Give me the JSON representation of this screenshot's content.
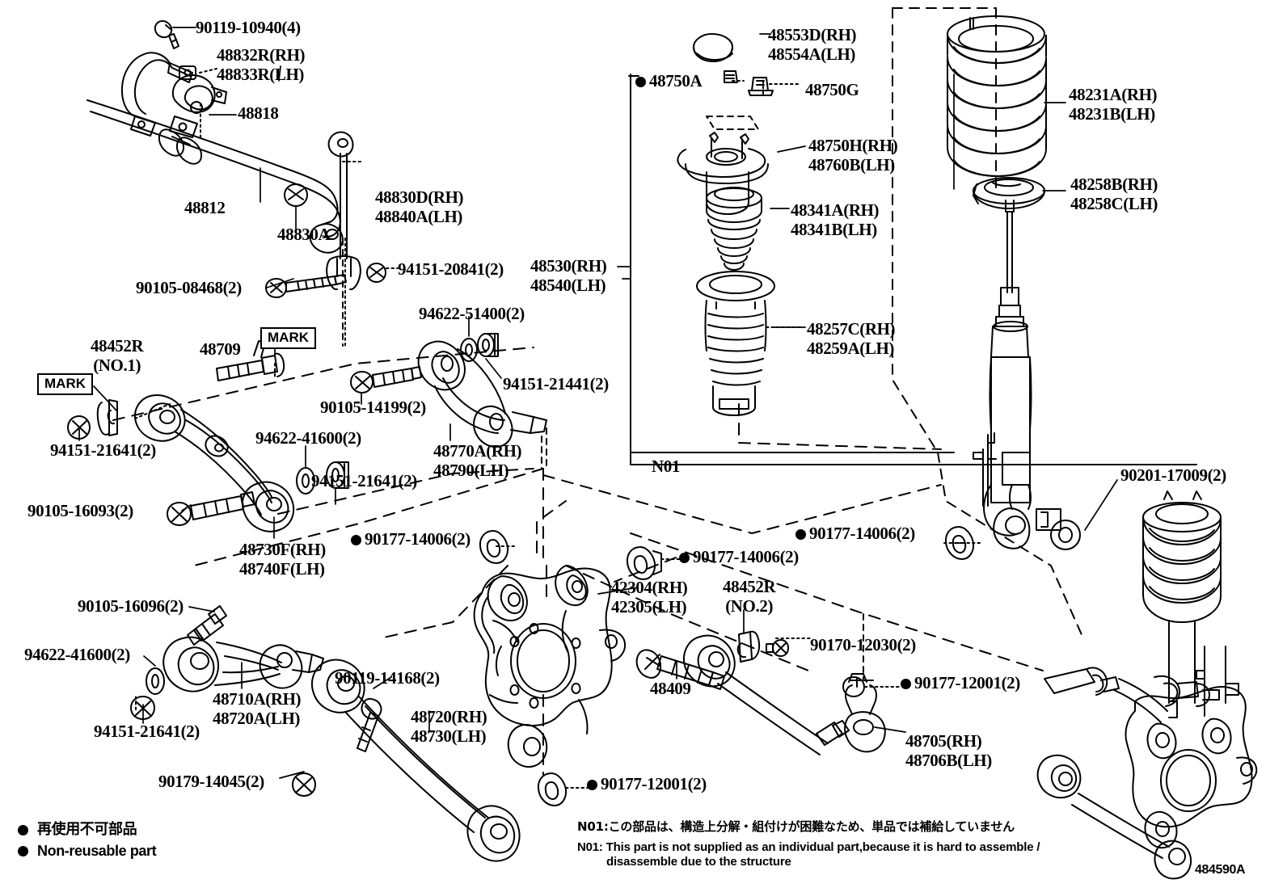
{
  "diagram": {
    "drawing_number": "484590A",
    "title": "Rear suspension parts diagram",
    "n01_marker": "N01"
  },
  "legend": {
    "jp": "再使用不可部品",
    "en": "Non-reusable part"
  },
  "notes": {
    "jp": "N01:この部品は、構造上分解・組付けが困難なため、単品では補給していません",
    "en_line1": "N01: This part is not supplied as an individual part,because it is hard to assemble /",
    "en_line2": "disassemble due to the structure"
  },
  "mark_callouts": [
    {
      "id": "mark-1",
      "label": "MARK"
    },
    {
      "id": "mark-2",
      "label": "MARK"
    }
  ],
  "parts": [
    {
      "id": "p-90119-10940",
      "lines": [
        "90119-10940(4)"
      ],
      "nonreusable": false
    },
    {
      "id": "p-48832R",
      "lines": [
        "48832R(RH)",
        "48833R(LH)"
      ],
      "nonreusable": false
    },
    {
      "id": "p-48818",
      "lines": [
        "48818"
      ],
      "nonreusable": false
    },
    {
      "id": "p-48812",
      "lines": [
        "48812"
      ],
      "nonreusable": false
    },
    {
      "id": "p-48830A",
      "lines": [
        "48830A"
      ],
      "nonreusable": false
    },
    {
      "id": "p-48830D",
      "lines": [
        "48830D(RH)",
        "48840A(LH)"
      ],
      "nonreusable": false
    },
    {
      "id": "p-94151-20841",
      "lines": [
        "94151-20841(2)"
      ],
      "nonreusable": false
    },
    {
      "id": "p-90105-08468",
      "lines": [
        "90105-08468(2)"
      ],
      "nonreusable": false
    },
    {
      "id": "p-48452R-no1",
      "lines": [
        "48452R",
        "(NO.1)"
      ],
      "nonreusable": false
    },
    {
      "id": "p-48709",
      "lines": [
        "48709"
      ],
      "nonreusable": false
    },
    {
      "id": "p-94151-21641-a",
      "lines": [
        "94151-21641(2)"
      ],
      "nonreusable": false
    },
    {
      "id": "p-94622-51400",
      "lines": [
        "94622-51400(2)"
      ],
      "nonreusable": false
    },
    {
      "id": "p-90105-14199",
      "lines": [
        "90105-14199(2)"
      ],
      "nonreusable": false
    },
    {
      "id": "p-94151-21441",
      "lines": [
        "94151-21441(2)"
      ],
      "nonreusable": false
    },
    {
      "id": "p-48770A",
      "lines": [
        "48770A(RH)",
        "48790(LH)"
      ],
      "nonreusable": false
    },
    {
      "id": "p-94622-41600-a",
      "lines": [
        "94622-41600(2)"
      ],
      "nonreusable": false
    },
    {
      "id": "p-94151-21641-b",
      "lines": [
        "94151-21641(2)"
      ],
      "nonreusable": false
    },
    {
      "id": "p-90105-16093",
      "lines": [
        "90105-16093(2)"
      ],
      "nonreusable": false
    },
    {
      "id": "p-48730F",
      "lines": [
        "48730F(RH)",
        "48740F(LH)"
      ],
      "nonreusable": false
    },
    {
      "id": "p-90105-16096",
      "lines": [
        "90105-16096(2)"
      ],
      "nonreusable": false
    },
    {
      "id": "p-94622-41600-b",
      "lines": [
        "94622-41600(2)"
      ],
      "nonreusable": false
    },
    {
      "id": "p-94151-21641-c",
      "lines": [
        "94151-21641(2)"
      ],
      "nonreusable": false
    },
    {
      "id": "p-48710A",
      "lines": [
        "48710A(RH)",
        "48720A(LH)"
      ],
      "nonreusable": false
    },
    {
      "id": "p-90119-14168",
      "lines": [
        "90119-14168(2)"
      ],
      "nonreusable": false
    },
    {
      "id": "p-48720",
      "lines": [
        "48720(RH)",
        "48730(LH)"
      ],
      "nonreusable": false
    },
    {
      "id": "p-90179-14045",
      "lines": [
        "90179-14045(2)"
      ],
      "nonreusable": false
    },
    {
      "id": "p-90177-14006-a",
      "lines": [
        "90177-14006(2)"
      ],
      "nonreusable": true
    },
    {
      "id": "p-90177-14006-b",
      "lines": [
        "90177-14006(2)"
      ],
      "nonreusable": true
    },
    {
      "id": "p-90177-14006-c",
      "lines": [
        "90177-14006(2)"
      ],
      "nonreusable": true
    },
    {
      "id": "p-42304",
      "lines": [
        "42304(RH)",
        "42305(LH)"
      ],
      "nonreusable": false
    },
    {
      "id": "p-48452R-no2",
      "lines": [
        "48452R",
        "(NO.2)"
      ],
      "nonreusable": false
    },
    {
      "id": "p-90170-12030",
      "lines": [
        "90170-12030(2)"
      ],
      "nonreusable": false
    },
    {
      "id": "p-48409",
      "lines": [
        "48409"
      ],
      "nonreusable": false
    },
    {
      "id": "p-90177-12001-a",
      "lines": [
        "90177-12001(2)"
      ],
      "nonreusable": true
    },
    {
      "id": "p-90177-12001-b",
      "lines": [
        "90177-12001(2)"
      ],
      "nonreusable": true
    },
    {
      "id": "p-48705",
      "lines": [
        "48705(RH)",
        "48706B(LH)"
      ],
      "nonreusable": false
    },
    {
      "id": "p-48553D",
      "lines": [
        "48553D(RH)",
        "48554A(LH)"
      ],
      "nonreusable": false
    },
    {
      "id": "p-48750A",
      "lines": [
        "48750A"
      ],
      "nonreusable": true
    },
    {
      "id": "p-48750G",
      "lines": [
        "48750G"
      ],
      "nonreusable": false
    },
    {
      "id": "p-48750H",
      "lines": [
        "48750H(RH)",
        "48760B(LH)"
      ],
      "nonreusable": false
    },
    {
      "id": "p-48341A",
      "lines": [
        "48341A(RH)",
        "48341B(LH)"
      ],
      "nonreusable": false
    },
    {
      "id": "p-48530",
      "lines": [
        "48530(RH)",
        "48540(LH)"
      ],
      "nonreusable": false
    },
    {
      "id": "p-48257C",
      "lines": [
        "48257C(RH)",
        "48259A(LH)"
      ],
      "nonreusable": false
    },
    {
      "id": "p-48231A",
      "lines": [
        "48231A(RH)",
        "48231B(LH)"
      ],
      "nonreusable": false
    },
    {
      "id": "p-48258B",
      "lines": [
        "48258B(RH)",
        "48258C(LH)"
      ],
      "nonreusable": false
    },
    {
      "id": "p-90201-17009",
      "lines": [
        "90201-17009(2)"
      ],
      "nonreusable": false
    }
  ]
}
